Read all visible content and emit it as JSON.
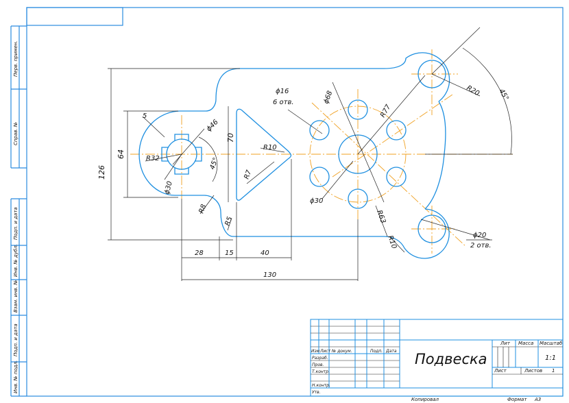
{
  "stamp": {
    "title": "Подвеска",
    "lit_label": "Лит",
    "mass_label": "Масса",
    "scale_label": "Масштаб",
    "scale_value": "1:1",
    "sheet_label": "Лист",
    "sheets_label": "Листов",
    "sheets_value": "1",
    "row_labels": [
      "Изм",
      "Лист",
      "№ докум.",
      "Подп.",
      "Дата"
    ],
    "roles": [
      "Разраб.",
      "Пров.",
      "Т.контр.",
      "Н.контр.",
      "Утв."
    ],
    "copied": "Копировал",
    "format_label": "Формат",
    "format_value": "A3"
  },
  "side_labels": [
    "Перв. примен.",
    "Справ. №",
    "Подп. и дата",
    "Инв. № дубл.",
    "Взам. инв. №",
    "Подп. и дата",
    "Инв. № подл."
  ],
  "dims": {
    "d126": "126",
    "d64": "64",
    "d70": "70",
    "r32": "R32",
    "r5": "5",
    "d46": "ϕ46",
    "d30_small": "ϕ30",
    "a45_left": "45°",
    "r8": "R8",
    "r5b": "R5",
    "r7": "R7",
    "r10": "R10",
    "d16": "ϕ16",
    "d16_note": "6 отв.",
    "d68": "ϕ68",
    "r77": "R77",
    "d30": "ϕ30",
    "r20": "R20",
    "a45": "45°",
    "r63": "R63",
    "r10b": "R10",
    "d20": "ϕ20",
    "d20_note": "2 отв.",
    "h28": "28",
    "h15": "15",
    "h40": "40",
    "h130": "130"
  },
  "colors": {
    "outline": "#1e8fe0",
    "axis": "#f0a020",
    "dim": "#222222"
  }
}
